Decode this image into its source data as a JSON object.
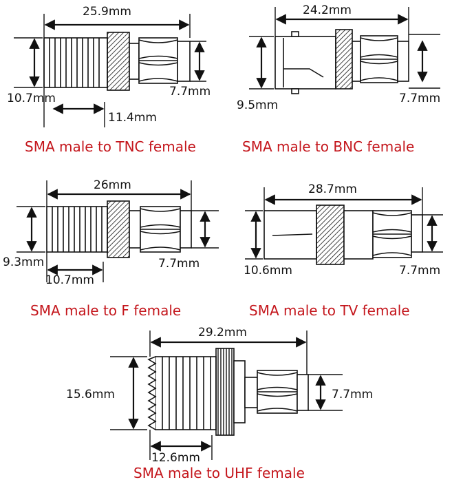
{
  "adapters": [
    {
      "id": "tnc",
      "caption": "SMA male to TNC female",
      "length": "25.9mm",
      "diameter": "10.7mm",
      "sma_diameter": "7.7mm",
      "sub_length": "11.4mm"
    },
    {
      "id": "bnc",
      "caption": "SMA male to BNC female",
      "length": "24.2mm",
      "diameter": "9.5mm",
      "sma_diameter": "7.7mm"
    },
    {
      "id": "f",
      "caption": "SMA male to F female",
      "length": "26mm",
      "diameter": "9.3mm",
      "sma_diameter": "7.7mm",
      "sub_length": "10.7mm"
    },
    {
      "id": "tv",
      "caption": "SMA male to TV female",
      "length": "28.7mm",
      "diameter": "10.6mm",
      "sma_diameter": "7.7mm"
    },
    {
      "id": "uhf",
      "caption": "SMA male to UHF female",
      "length": "29.2mm",
      "diameter": "15.6mm",
      "sma_diameter": "7.7mm",
      "sub_length": "12.6mm"
    }
  ],
  "colors": {
    "caption": "#c4161c",
    "line": "#111111"
  }
}
